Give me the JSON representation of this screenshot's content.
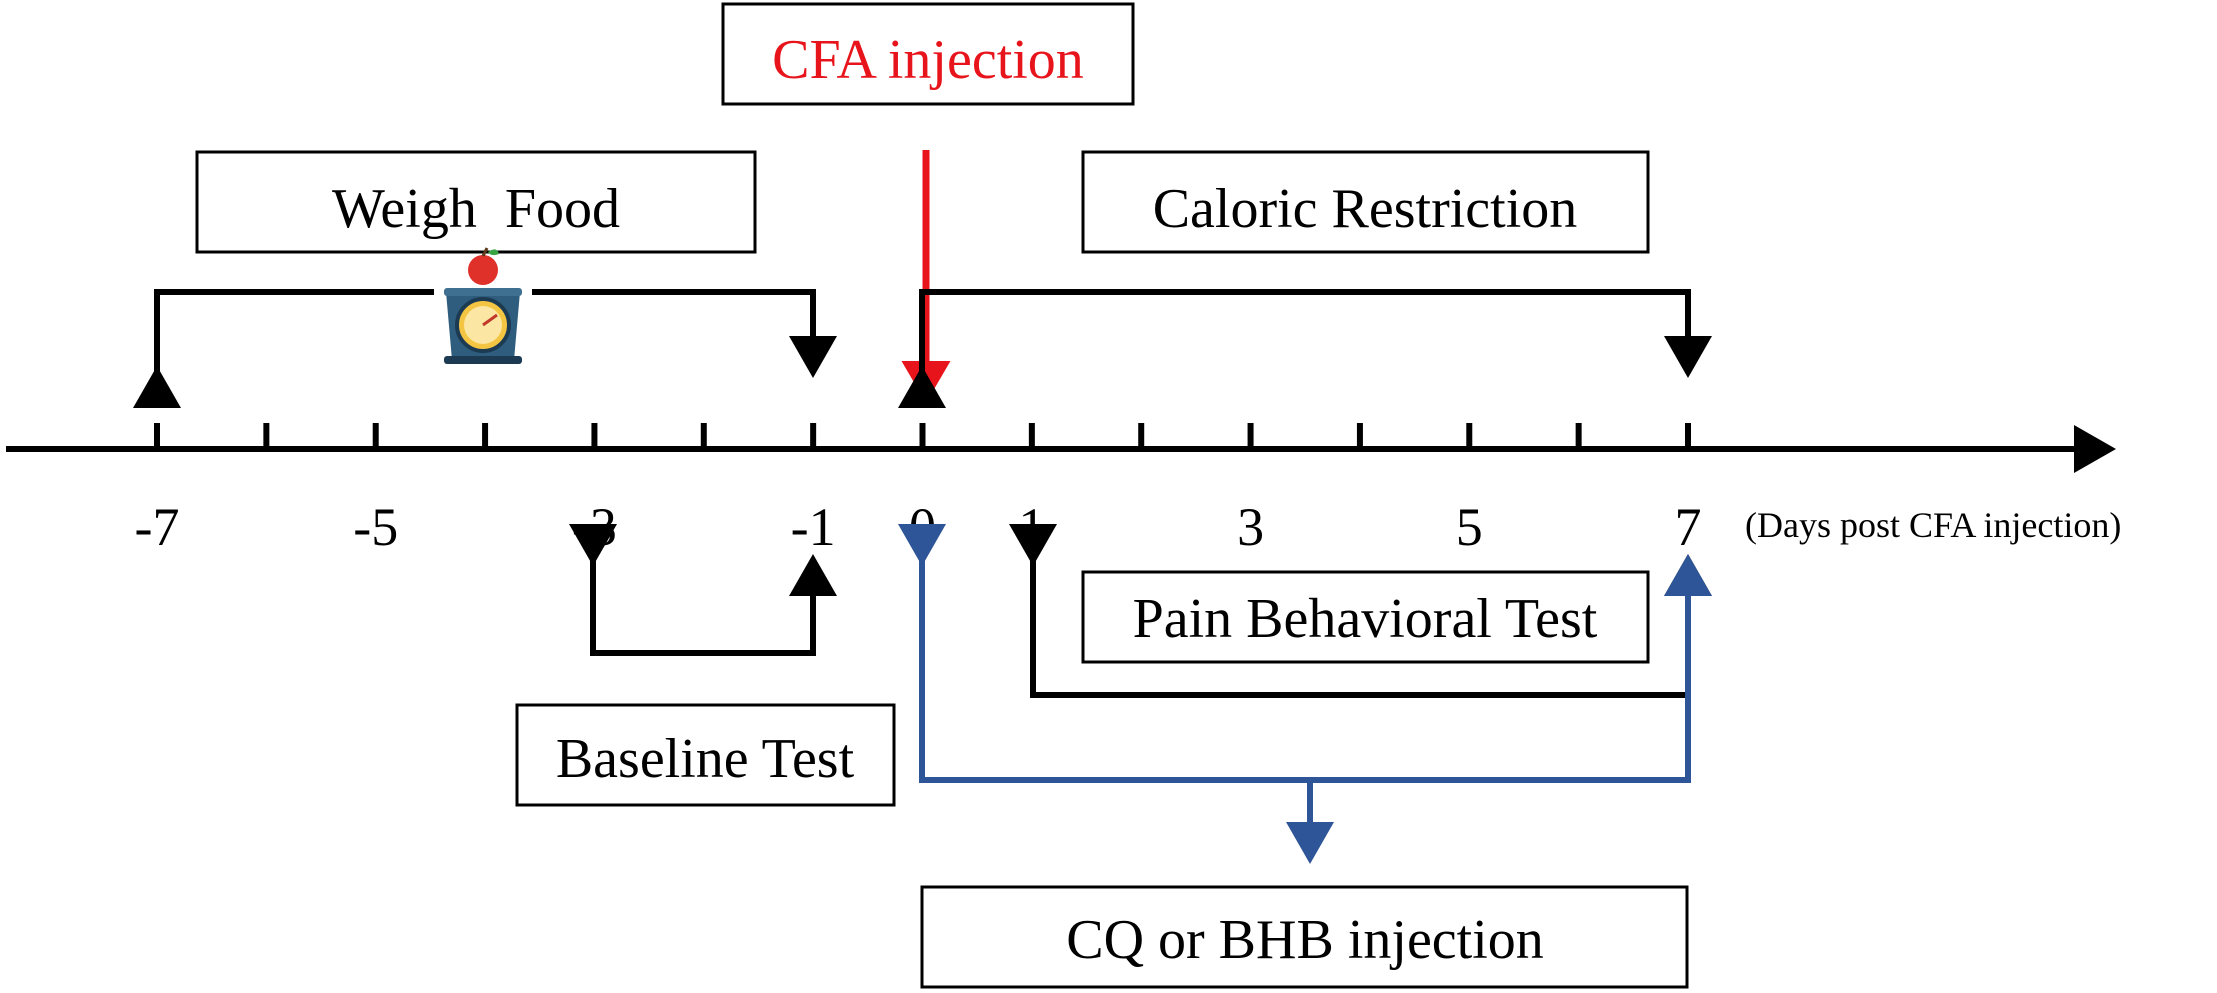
{
  "labels": {
    "cfa_injection": "CFA injection",
    "weigh_food": "Weigh  Food",
    "caloric_restriction": "Caloric Restriction",
    "pain_behavioral_test": "Pain Behavioral Test",
    "baseline_test": "Baseline Test",
    "cq_bhb_injection": "CQ or BHB injection",
    "axis_unit": "(Days post CFA injection)"
  },
  "timeline": {
    "day_min": -7,
    "day_max": 7,
    "tick_labels": [
      "-7",
      "-5",
      "-3",
      "-1",
      "0",
      "1",
      "3",
      "5",
      "7"
    ]
  },
  "icons": {
    "scale": "kitchen-scale-with-apple-icon"
  },
  "colors": {
    "cfa_red": "#e8141b",
    "injection_blue": "#2e5597",
    "line_black": "#000000"
  }
}
